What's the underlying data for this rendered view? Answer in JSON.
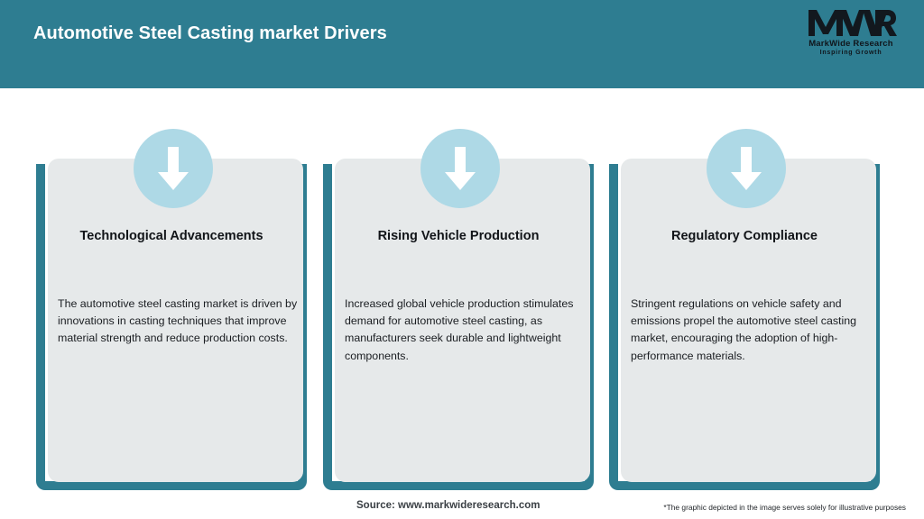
{
  "header": {
    "title": "Automotive Steel Casting market Drivers",
    "background_color": "#2E7D91",
    "title_color": "#FFFFFF"
  },
  "logo": {
    "mark": "MWR",
    "name": "MarkWide Research",
    "tagline": "Inspiring Growth"
  },
  "theme": {
    "teal": "#2E7D91",
    "panel_gray": "#E6E9EA",
    "circle_blue": "#AED9E6",
    "arrow_white": "#FFFFFF"
  },
  "cards": [
    {
      "icon": "arrow-down-icon",
      "title": "Technological Advancements",
      "body": "The automotive steel casting market is driven by innovations in casting techniques that improve material strength and reduce production costs."
    },
    {
      "icon": "arrow-down-icon",
      "title": "Rising Vehicle Production",
      "body": "Increased global vehicle production stimulates demand for automotive steel casting, as manufacturers seek durable and lightweight components."
    },
    {
      "icon": "arrow-down-icon",
      "title": "Regulatory Compliance",
      "body": "Stringent regulations on vehicle safety and emissions propel the automotive steel casting market, encouraging the adoption of high-performance materials."
    }
  ],
  "footer": {
    "source": "Source: www.markwideresearch.com",
    "disclaimer": "*The graphic depicted in the image serves solely for illustrative purposes"
  }
}
